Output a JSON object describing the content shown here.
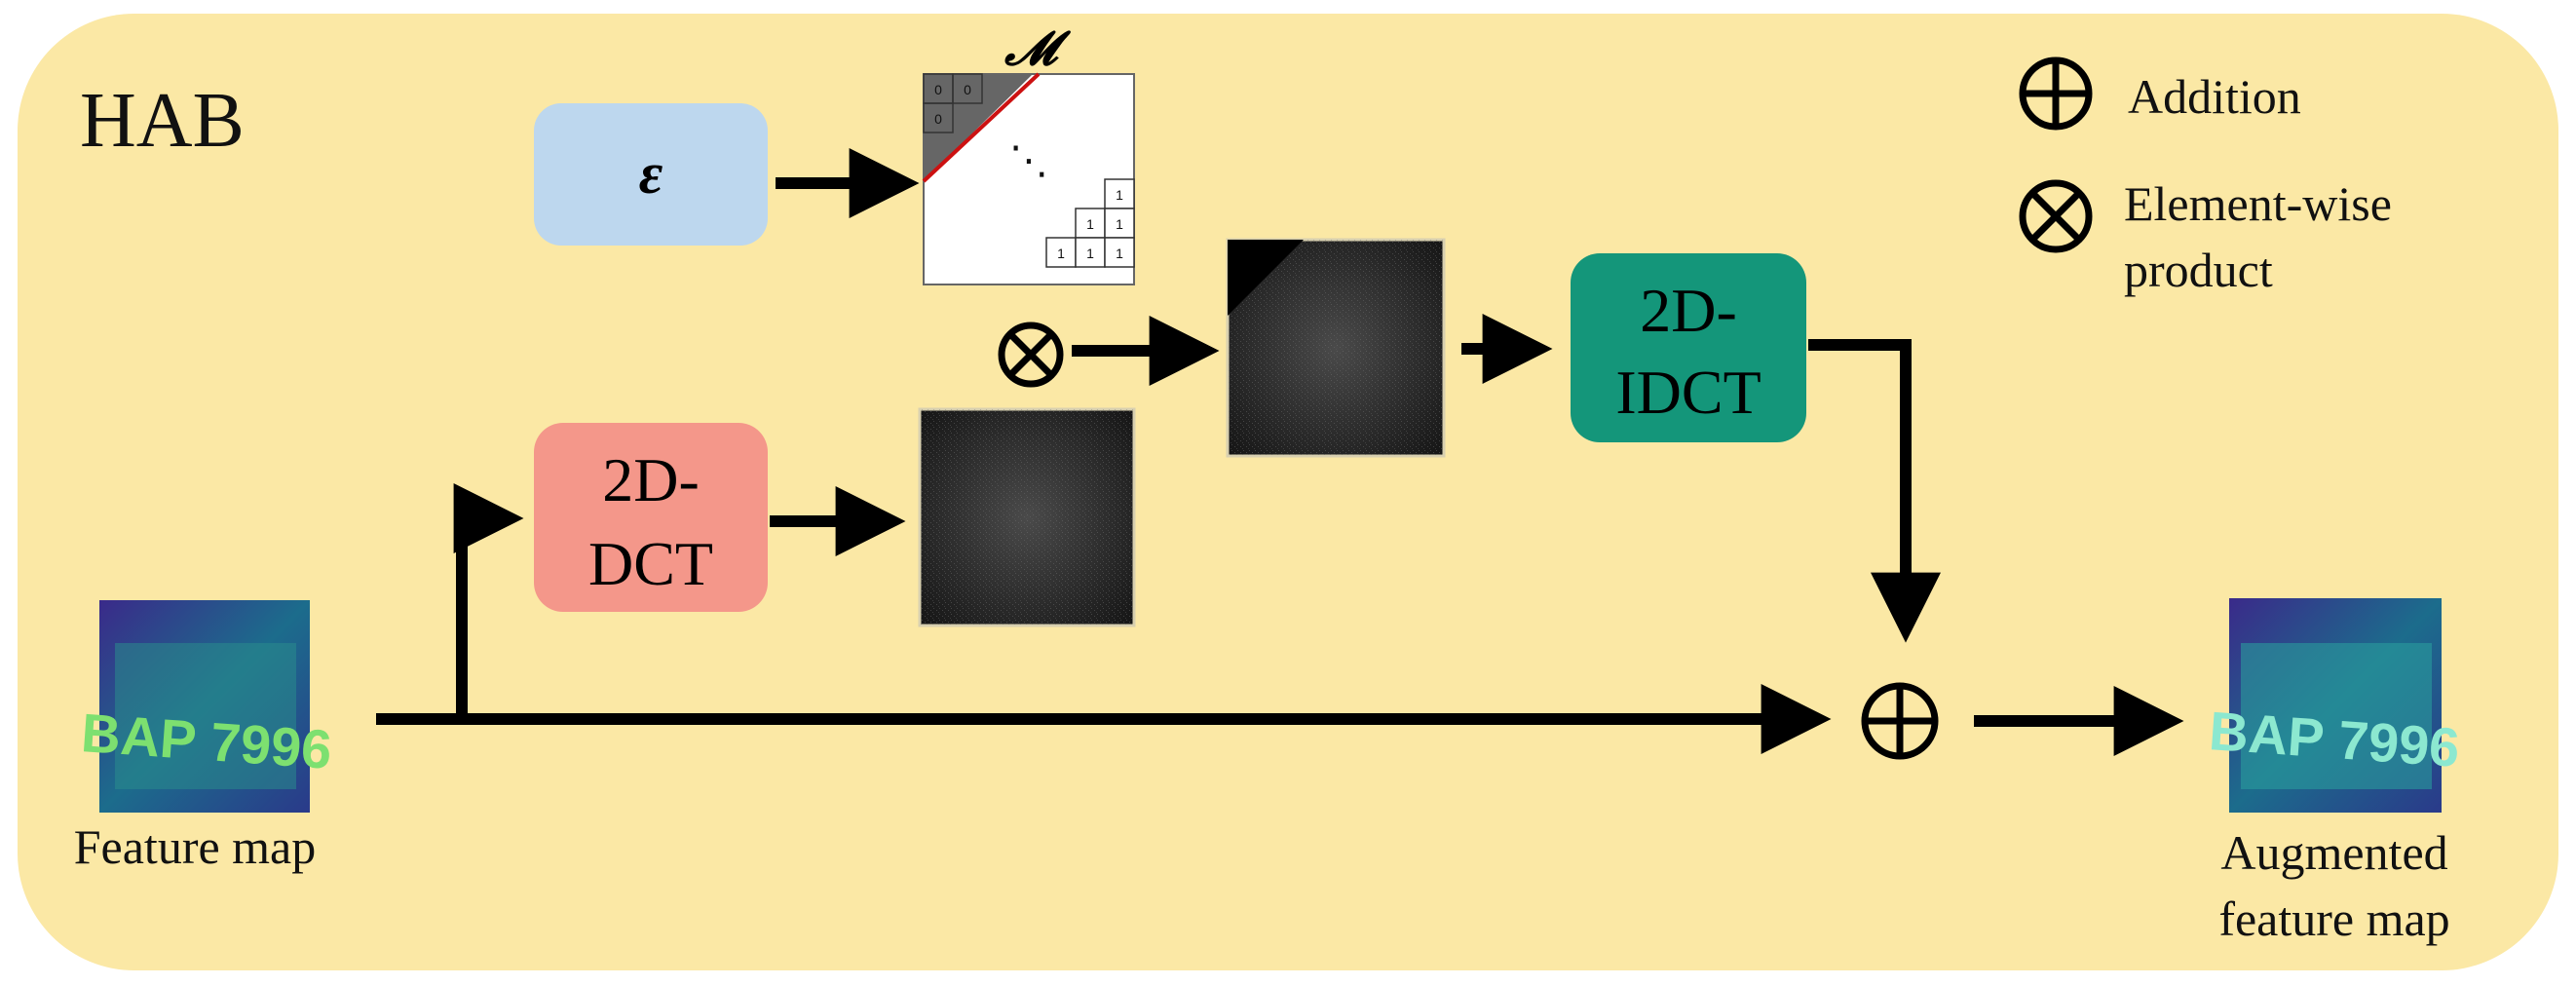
{
  "block": {
    "title": "HAB"
  },
  "modules": {
    "epsilon": {
      "label": "ε"
    },
    "mask": {
      "symbol": "𝓜",
      "top_cells": [
        "0",
        "0",
        "0"
      ],
      "bottom_cells": [
        "1",
        "1",
        "1",
        "1",
        "1",
        "1"
      ],
      "dots": "⋱"
    },
    "dct": {
      "line1": "2D-",
      "line2": "DCT"
    },
    "idct": {
      "line1": "2D-",
      "line2": "IDCT"
    }
  },
  "inputs": {
    "feature_map": {
      "label": "Feature map",
      "plate_text": "BAP 7996"
    }
  },
  "outputs": {
    "augmented": {
      "line1": "Augmented",
      "line2": "feature map",
      "plate_text": "BAP 7996"
    }
  },
  "legend": {
    "addition": {
      "symbol": "⊕",
      "label": "Addition"
    },
    "product": {
      "symbol": "⊗",
      "line1": "Element-wise",
      "line2": "product"
    }
  },
  "colors": {
    "panel": "#fbe8a5",
    "epsilon_box": "#bdd7ee",
    "dct_box": "#f4978a",
    "idct_box": "#14967a",
    "arrow": "#000000"
  }
}
